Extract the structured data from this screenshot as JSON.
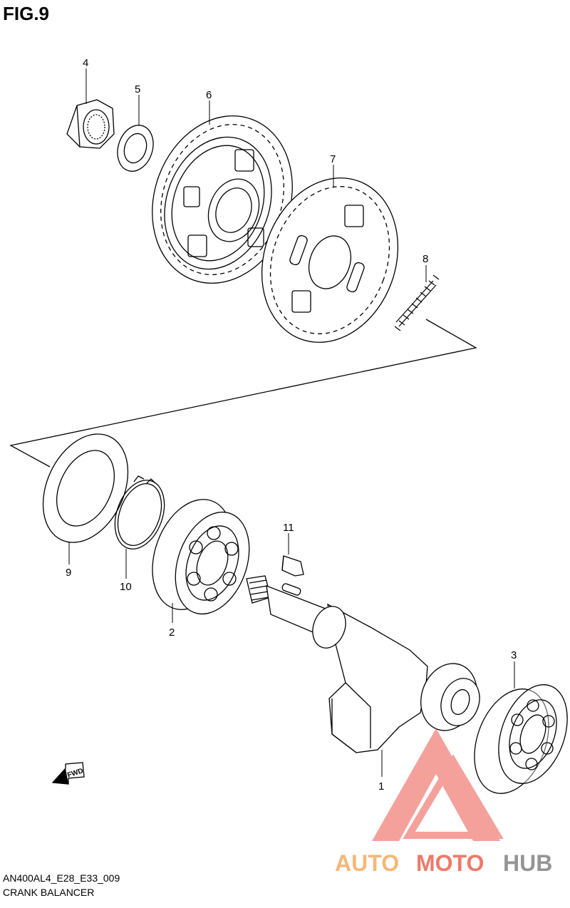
{
  "figure_title": "FIG.9",
  "callouts": {
    "p1": "1",
    "p2": "2",
    "p3": "3",
    "p4": "4",
    "p5": "5",
    "p6": "6",
    "p7": "7",
    "p8": "8",
    "p9": "9",
    "p10": "10",
    "p11": "11"
  },
  "fwd_label": "FWD",
  "caption": {
    "code": "AN400AL4_E28_E33_009",
    "name": "CRANK BALANCER"
  },
  "watermark": {
    "text_auto": "AUTO",
    "text_moto": "MOTO",
    "text_hub": "HUB",
    "colors": {
      "auto": "#f5b06a",
      "moto": "#ee6b5a",
      "hub": "#8a8a8a",
      "logo": "#f28a84"
    }
  }
}
